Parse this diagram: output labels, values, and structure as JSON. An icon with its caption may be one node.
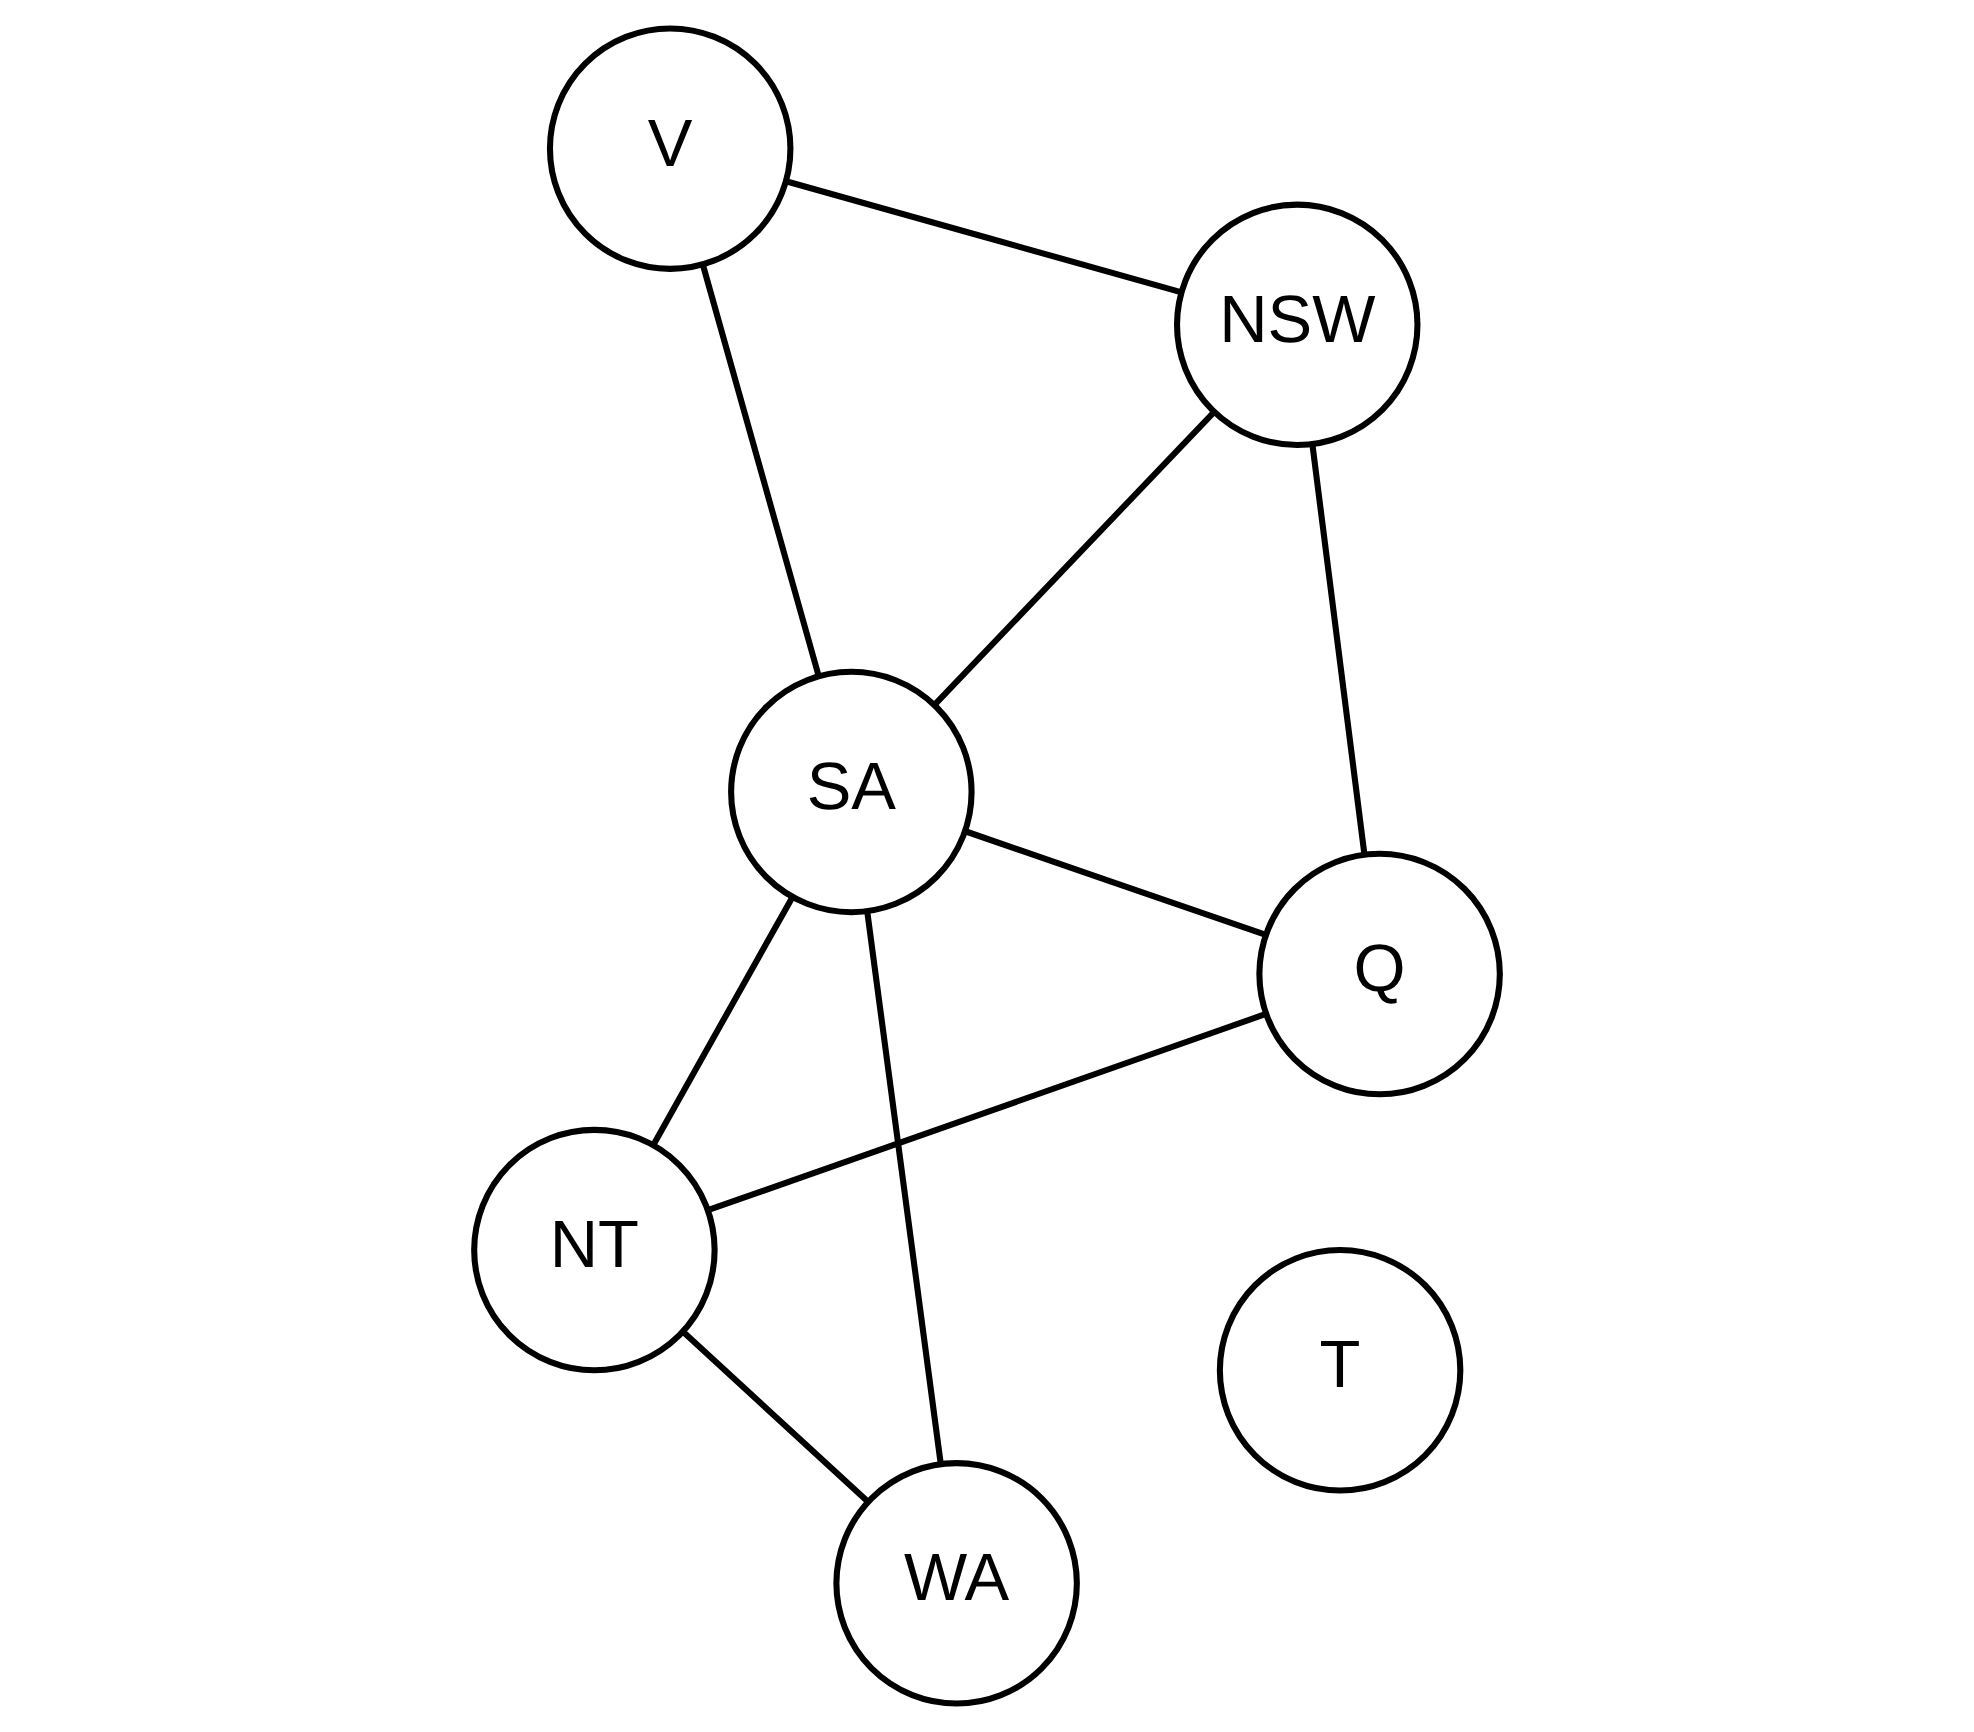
{
  "diagram": {
    "nodes": [
      {
        "text": [
          "NT"
        ]
      },
      {
        "text": [
          "Q"
        ]
      },
      {
        "text": [
          "WA"
        ]
      },
      {
        "text": [
          "SA"
        ]
      },
      {
        "text": [
          "NSW"
        ]
      },
      {
        "text": [
          "V"
        ]
      },
      {
        "text": [
          "T"
        ]
      }
    ],
    "edges": [
      {
        "from": 2,
        "to": 0,
        "arrow": "none"
      },
      {
        "from": 0,
        "to": 1,
        "arrow": "none"
      },
      {
        "from": 0,
        "to": 3,
        "arrow": "none"
      },
      {
        "from": 2,
        "to": 3,
        "arrow": "none"
      },
      {
        "from": 3,
        "to": 1,
        "arrow": "none"
      },
      {
        "from": 1,
        "to": 4,
        "arrow": "none"
      },
      {
        "from": 3,
        "to": 4,
        "arrow": "none"
      },
      {
        "from": 3,
        "to": 5,
        "arrow": "none"
      },
      {
        "from": 4,
        "to": 5,
        "arrow": "none"
      }
    ]
  }
}
